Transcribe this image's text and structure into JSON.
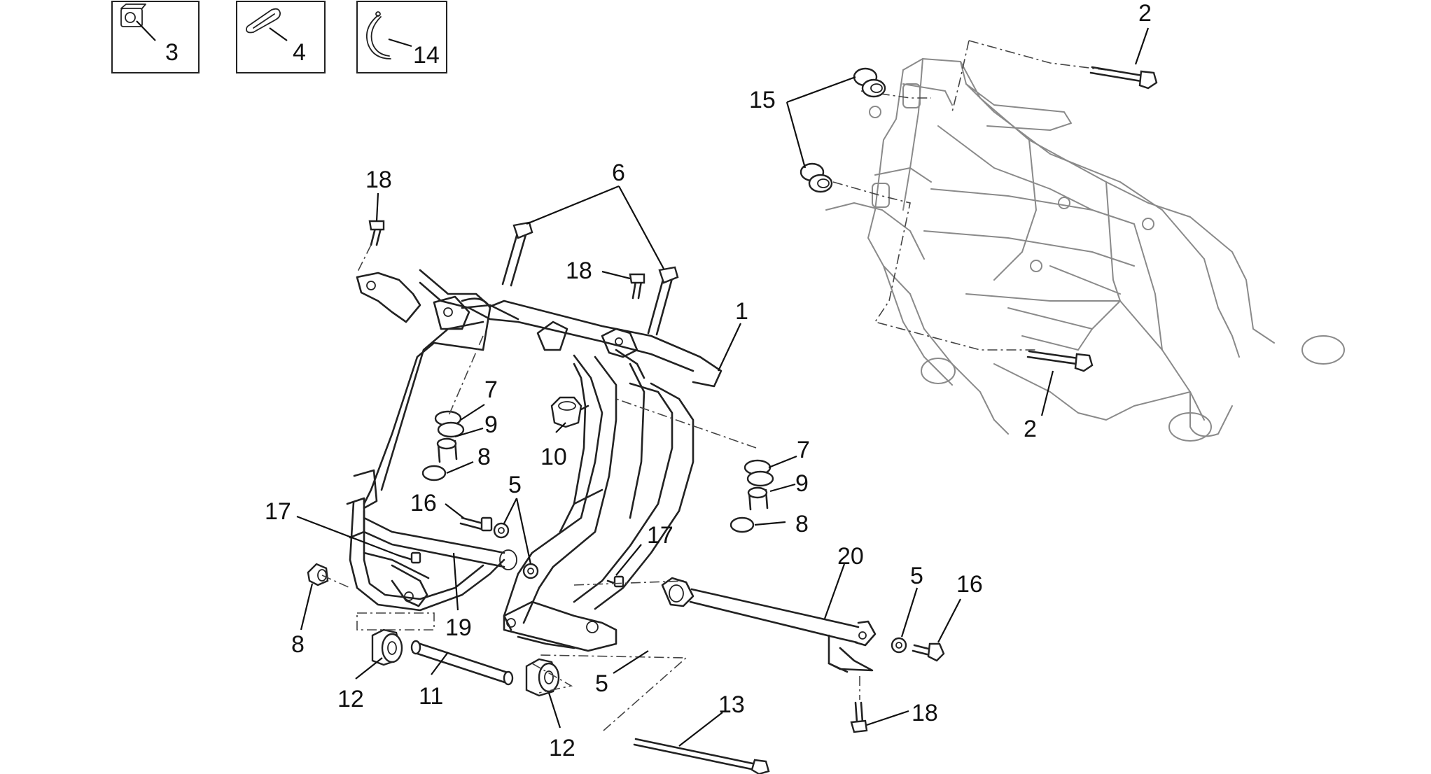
{
  "legend_boxes": [
    {
      "label": "3",
      "icon": "clip-nut-icon"
    },
    {
      "label": "4",
      "icon": "rubber-pad-icon"
    },
    {
      "label": "14",
      "icon": "hose-clamp-icon"
    }
  ],
  "callouts": [
    "1",
    "2",
    "2",
    "5",
    "5",
    "5",
    "6",
    "7",
    "7",
    "8",
    "8",
    "8",
    "9",
    "9",
    "10",
    "11",
    "12",
    "12",
    "13",
    "15",
    "16",
    "16",
    "17",
    "17",
    "18",
    "18",
    "18",
    "19",
    "20"
  ]
}
